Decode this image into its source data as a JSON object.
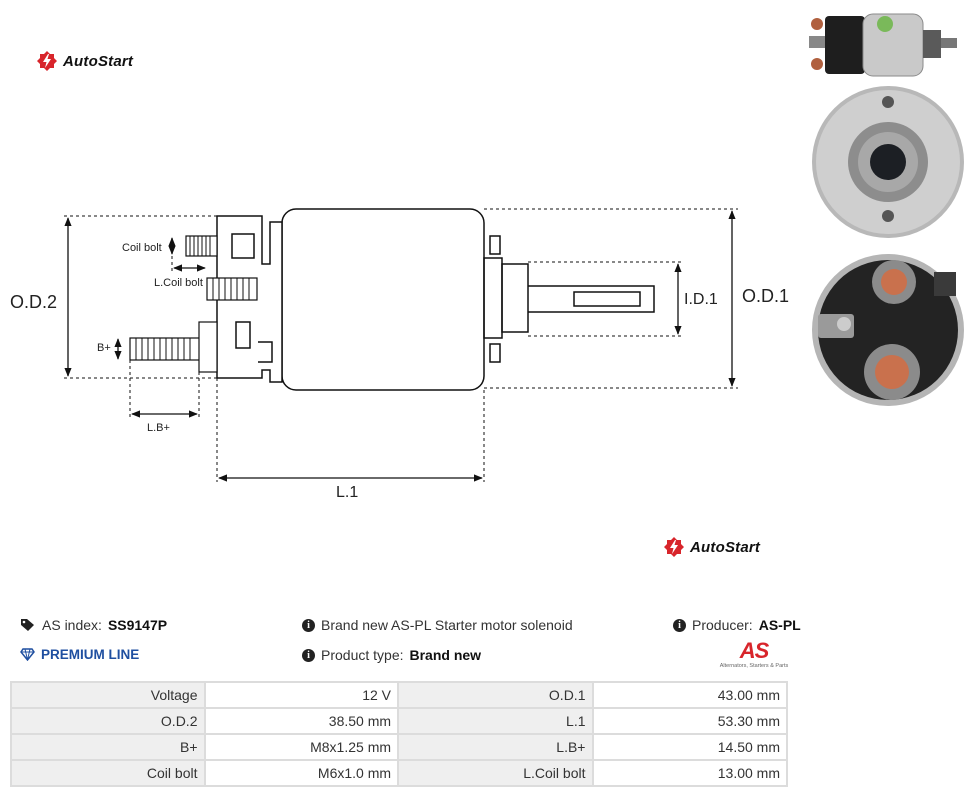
{
  "brand": {
    "logo_text": "AutoStart"
  },
  "drawing": {
    "labels": {
      "od2": "O.D.2",
      "od1": "O.D.1",
      "id1": "I.D.1",
      "l1": "L.1",
      "coil_bolt": "Coil bolt",
      "l_coil_bolt": "L.Coil bolt",
      "b_plus": "B+",
      "lb_plus": "L.B+"
    }
  },
  "product": {
    "as_index_label": "AS index:",
    "as_index_value": "SS9147P",
    "premium_line": "PREMIUM LINE",
    "description": "Brand new AS-PL Starter motor solenoid",
    "product_type_label": "Product type:",
    "product_type_value": "Brand new",
    "producer_label": "Producer:",
    "producer_value": "AS-PL",
    "producer_logo_mark": "AS",
    "producer_logo_tagline": "Alternators, Starters & Parts"
  },
  "parameters": [
    [
      {
        "label": "Voltage",
        "value": "12 V"
      },
      {
        "label": "O.D.1",
        "value": "43.00 mm"
      }
    ],
    [
      {
        "label": "O.D.2",
        "value": "38.50 mm"
      },
      {
        "label": "L.1",
        "value": "53.30 mm"
      }
    ],
    [
      {
        "label": "B+",
        "value": "M8x1.25 mm"
      },
      {
        "label": "L.B+",
        "value": "14.50 mm"
      }
    ],
    [
      {
        "label": "Coil bolt",
        "value": "M6x1.0 mm"
      },
      {
        "label": "L.Coil bolt",
        "value": "13.00 mm"
      }
    ]
  ],
  "colors": {
    "brand_red": "#d8252b",
    "premium_blue": "#1f4fa0"
  }
}
